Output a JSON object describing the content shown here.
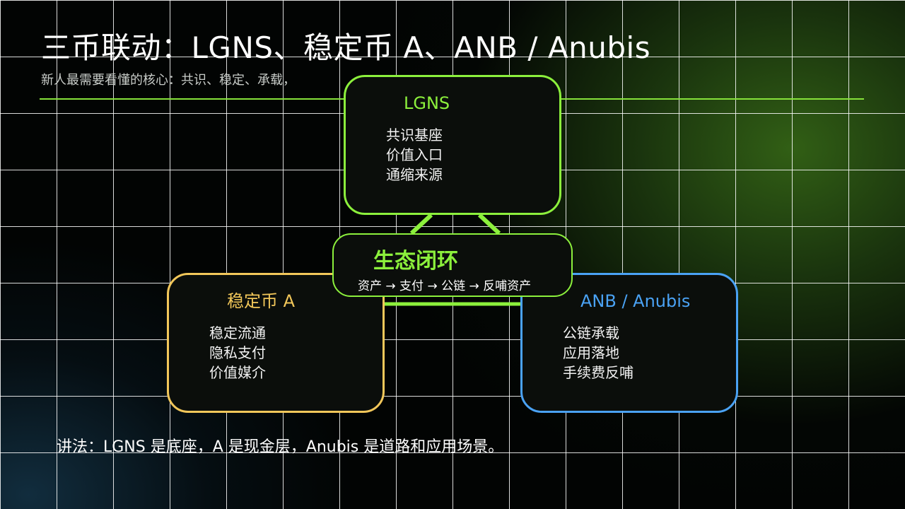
{
  "header": {
    "title": "三币联动：LGNS、稳定币 A、ANB / Anubis",
    "subtitle": "新人最需要看懂的核心：共识、稳定、承载，"
  },
  "diagram": {
    "nodes": [
      {
        "id": "lgns",
        "title": "LGNS",
        "items": [
          "共识基座",
          "价值入口",
          "通缩来源"
        ],
        "color": "#8cf03c"
      },
      {
        "id": "stablecoin-a",
        "title": "稳定币 A",
        "items": [
          "稳定流通",
          "隐私支付",
          "价值媒介"
        ],
        "color": "#f2c75a"
      },
      {
        "id": "anb",
        "title": "ANB / Anubis",
        "items": [
          "公链承载",
          "应用落地",
          "手续费反哺"
        ],
        "color": "#4aa2f4"
      }
    ],
    "hub": {
      "title": "生态闭环",
      "flow": "资产 → 支付 → 公链 → 反哺资产",
      "color": "#8cf03c"
    }
  },
  "footer": {
    "note": "讲法：LGNS 是底座，A 是现金层，Anubis 是道路和应用场景。"
  },
  "colors": {
    "accent_green": "#8cf03c",
    "accent_yellow": "#f2c75a",
    "accent_blue": "#4aa2f4"
  }
}
